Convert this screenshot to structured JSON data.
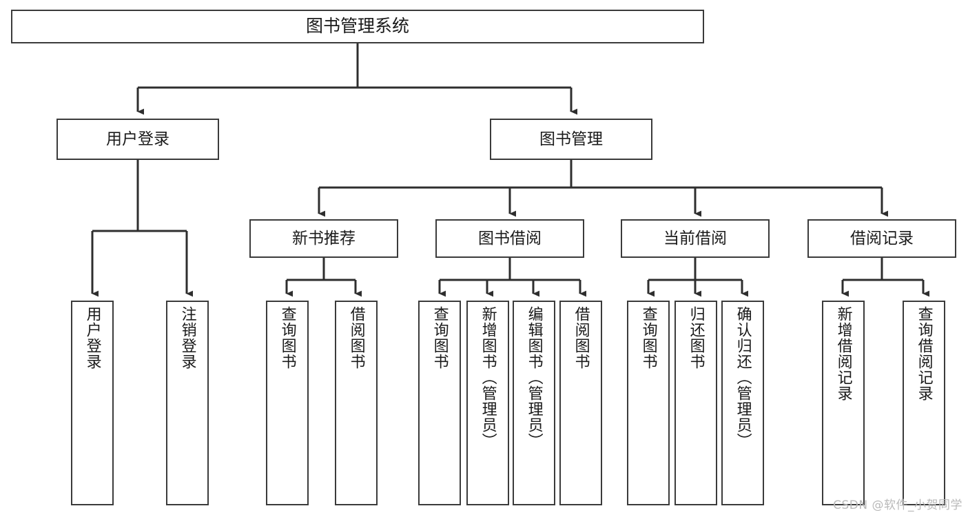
{
  "diagram": {
    "title": "图书管理系统",
    "type": "tree-hierarchy-chart",
    "watermark": "CSDN @软件_小贺同学",
    "colors": {
      "stroke": "#3a3a3a",
      "fill": "#ffffff",
      "text": "#1a1a1a",
      "watermark": "#b9b9b9"
    },
    "nodes": {
      "root": {
        "label": "图书管理系统"
      },
      "level1": [
        {
          "id": "user-login",
          "label": "用户登录"
        },
        {
          "id": "book-manage",
          "label": "图书管理"
        }
      ],
      "level2": [
        {
          "id": "new-book-recommend",
          "label": "新书推荐"
        },
        {
          "id": "book-borrow",
          "label": "图书借阅"
        },
        {
          "id": "current-borrow",
          "label": "当前借阅"
        },
        {
          "id": "borrow-record",
          "label": "借阅记录"
        }
      ],
      "leaves": {
        "user_login": [
          {
            "id": "leaf-user-login",
            "label": "用户登录"
          },
          {
            "id": "leaf-logout-login",
            "label": "注销登录"
          }
        ],
        "new_book_recommend": [
          {
            "id": "leaf-query-book-1",
            "label": "查询图书"
          },
          {
            "id": "leaf-borrow-book-1",
            "label": "借阅图书"
          }
        ],
        "book_borrow": [
          {
            "id": "leaf-query-book-2",
            "label": "查询图书"
          },
          {
            "id": "leaf-add-book",
            "label": "新增图书（管理员）"
          },
          {
            "id": "leaf-edit-book",
            "label": "编辑图书（管理员）"
          },
          {
            "id": "leaf-borrow-book-2",
            "label": "借阅图书"
          }
        ],
        "current_borrow": [
          {
            "id": "leaf-query-book-3",
            "label": "查询图书"
          },
          {
            "id": "leaf-return-book",
            "label": "归还图书"
          },
          {
            "id": "leaf-confirm-return",
            "label": "确认归还（管理员）"
          }
        ],
        "borrow_record": [
          {
            "id": "leaf-add-borrow-record",
            "label": "新增借阅记录"
          },
          {
            "id": "leaf-query-borrow-record",
            "label": "查询借阅记录"
          }
        ]
      }
    }
  }
}
